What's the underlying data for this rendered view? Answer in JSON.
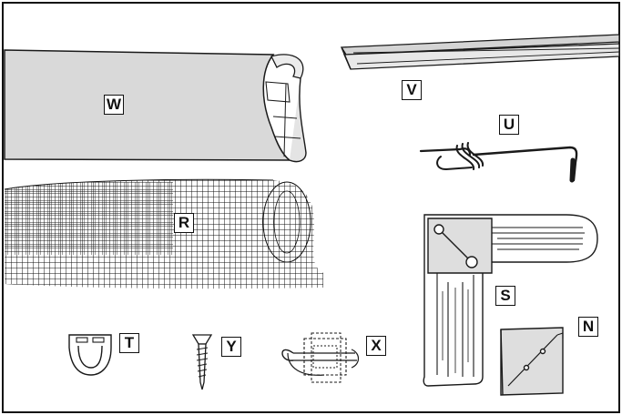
{
  "parts": {
    "W": {
      "label": "W"
    },
    "V": {
      "label": "V"
    },
    "U": {
      "label": "U"
    },
    "R": {
      "label": "R"
    },
    "S": {
      "label": "S"
    },
    "T": {
      "label": "T"
    },
    "Y": {
      "label": "Y"
    },
    "X": {
      "label": "X"
    },
    "N": {
      "label": "N"
    }
  },
  "colors": {
    "line": "#1a1a1a",
    "profile_fill": "#d9d9d9",
    "corner_fill": "#dedede",
    "background": "#ffffff"
  }
}
